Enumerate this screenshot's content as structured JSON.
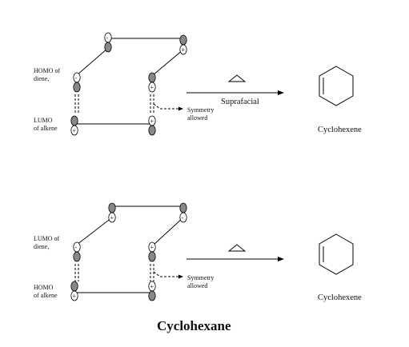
{
  "panels": [
    {
      "upper_label": [
        "HOMO of",
        "diene,"
      ],
      "lower_label": [
        "LUMO",
        "of alkene"
      ],
      "annotation": [
        "Symmetry",
        "allowed"
      ],
      "arrow_label": "Suprafacial",
      "product_label": "Cyclohexene"
    },
    {
      "upper_label": [
        "LUMO of",
        "diene,"
      ],
      "lower_label": [
        "HOMO",
        "of alkene"
      ],
      "annotation": [
        "Symmetry",
        "allowed"
      ],
      "arrow_label": "",
      "product_label": "Cyclohexene"
    }
  ],
  "caption": "Cyclohexane",
  "lobe_sign_plus": "+",
  "lobe_sign_minus": "-"
}
